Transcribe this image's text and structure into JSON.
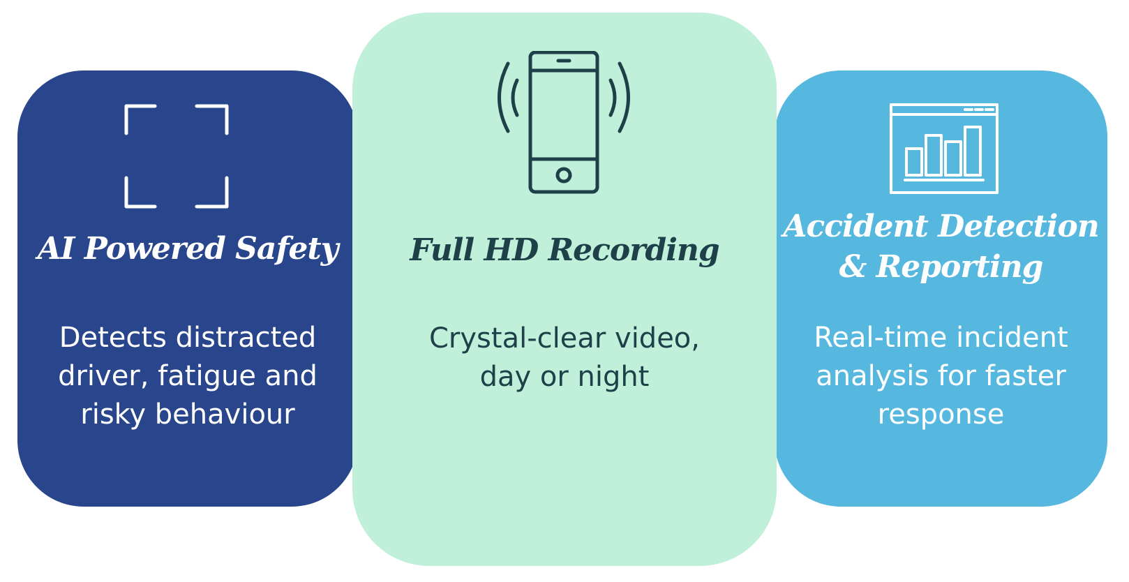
{
  "cards": [
    {
      "title": "AI Powered Safety",
      "icon": "focus-frame-icon",
      "description": [
        "Detects distracted",
        "driver, fatigue and",
        "risky behaviour"
      ],
      "background": "#29458c",
      "text_color": "#ffffff"
    },
    {
      "title": "Full HD Recording",
      "icon": "vibrating-phone-icon",
      "description": [
        "Crystal-clear video,",
        "day or night"
      ],
      "background": "#c1f0da",
      "text_color": "#1e4048"
    },
    {
      "title_lines": [
        "Accident Detection",
        "& Reporting"
      ],
      "icon": "analytics-dashboard-icon",
      "description": [
        "Real-time incident",
        "analysis for faster",
        "response"
      ],
      "background": "#56b7df",
      "text_color": "#ffffff"
    }
  ]
}
